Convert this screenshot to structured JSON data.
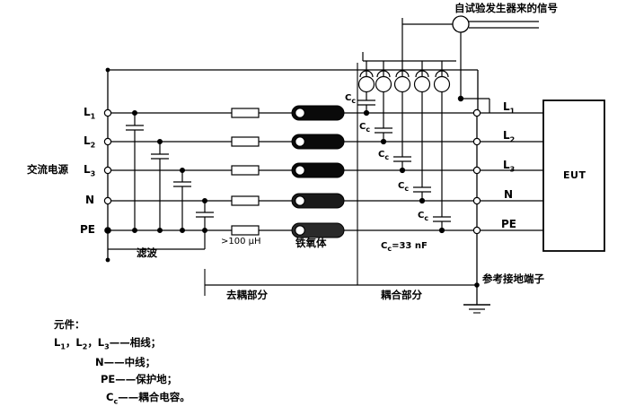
{
  "diagram": {
    "title_note": "自试验发生器来的信号",
    "source_label": "交流电源",
    "filter_label": "滤波",
    "inductor_label": ">100 µH",
    "ferrite_label": "铁氧体",
    "decoupling_section_label": "去耦部分",
    "coupling_section_label": "耦合部分",
    "coupling_value_label": "Cc=33 nF",
    "ground_terminal_label": "参考接地端子",
    "eut_label": "EUT",
    "cc_label": "Cc"
  },
  "lines": {
    "left": [
      "L1",
      "L2",
      "L3",
      "N",
      "PE"
    ],
    "right": [
      "L1",
      "L2",
      "L3",
      "N",
      "PE"
    ]
  },
  "line_labels": {
    "l1_base": "L",
    "l1_sub": "1",
    "l2_base": "L",
    "l2_sub": "2",
    "l3_base": "L",
    "l3_sub": "3",
    "n": "N",
    "pe": "PE"
  },
  "cap_labels": {
    "c_base": "C",
    "c_sub": "c",
    "value": "=33 nF"
  },
  "legend": {
    "heading": "元件：",
    "row1_a": "L",
    "row1_a_sub": "1",
    "row1_b": "，L",
    "row1_b_sub": "2",
    "row1_c": "，L",
    "row1_c_sub": "3",
    "row1_desc": "——相线；",
    "row2_a": "N",
    "row2_desc": "——中线；",
    "row3_a": "PE",
    "row3_desc": "——保护地；",
    "row4_a": "C",
    "row4_a_sub": "c",
    "row4_desc": "——耦合电容。"
  },
  "colors": {
    "line": "#000000",
    "background": "#ffffff",
    "ferrite_fill": "#050505"
  }
}
